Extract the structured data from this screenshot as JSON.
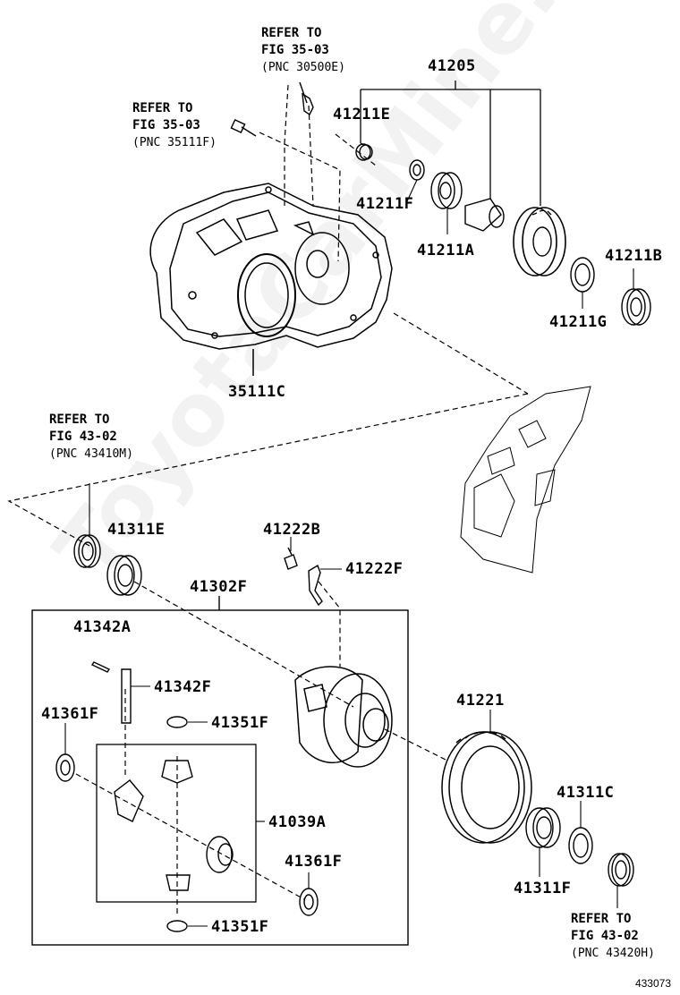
{
  "watermark": "ToyotaCarMine.ru",
  "figure_id": "433073",
  "refs": {
    "fig35_top": {
      "line1": "REFER TO",
      "line2": "FIG 35-03",
      "line3": "(PNC 30500E)"
    },
    "fig35_mid": {
      "line1": "REFER TO",
      "line2": "FIG 35-03",
      "line3": "(PNC 35111F)"
    },
    "fig43_left": {
      "line1": "REFER TO",
      "line2": "FIG 43-02",
      "line3": "(PNC 43410M)"
    },
    "fig43_right": {
      "line1": "REFER TO",
      "line2": "FIG 43-02",
      "line3": "(PNC 43420H)"
    }
  },
  "parts": {
    "p41205": "41205",
    "p41211E": "41211E",
    "p41211F": "41211F",
    "p41211A": "41211A",
    "p41211B": "41211B",
    "p41211G": "41211G",
    "p35111C": "35111C",
    "p41311E": "41311E",
    "p41222B": "41222B",
    "p41222F": "41222F",
    "p41302F": "41302F",
    "p41342A": "41342A",
    "p41342F": "41342F",
    "p41361F_a": "41361F",
    "p41351F_a": "41351F",
    "p41039A": "41039A",
    "p41361F_b": "41361F",
    "p41351F_b": "41351F",
    "p41221": "41221",
    "p41311C": "41311C",
    "p41311F": "41311F"
  }
}
